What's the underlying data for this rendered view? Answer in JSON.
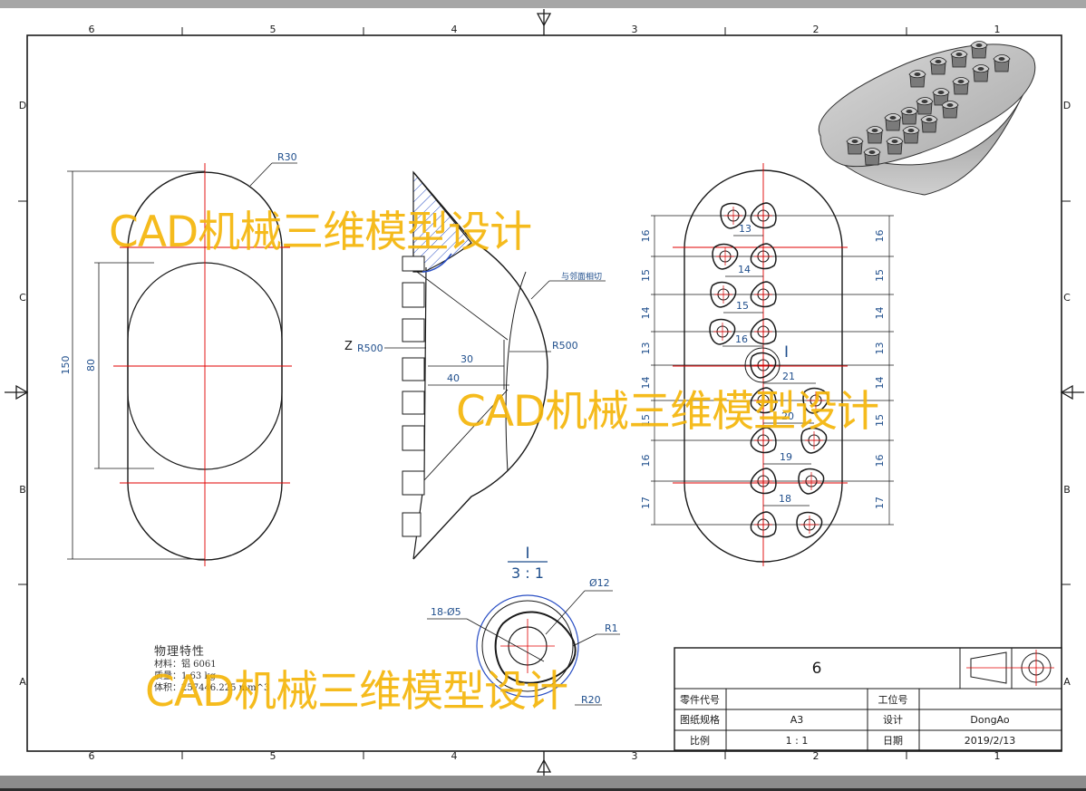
{
  "frame": {
    "column_numbers": [
      "6",
      "5",
      "4",
      "3",
      "2",
      "1"
    ],
    "row_letters": [
      "D",
      "C",
      "B",
      "A"
    ]
  },
  "views": {
    "front": {
      "radius_label": "R30",
      "dim_overall": "150",
      "dim_inner": "80"
    },
    "section": {
      "tangent_note": "与邻面相切",
      "r_left": "R500",
      "r_right": "R500",
      "z_marker": "Z",
      "dim_30": "30",
      "dim_40": "40"
    },
    "top": {
      "detail_marker": "I",
      "left_dims": [
        "16",
        "15",
        "14",
        "13",
        "14",
        "15",
        "16",
        "17"
      ],
      "right_dims": [
        "16",
        "15",
        "14",
        "13",
        "14",
        "15",
        "16",
        "17"
      ],
      "inner_dims": [
        "13",
        "14",
        "15",
        "16",
        "21",
        "20",
        "19",
        "18"
      ]
    },
    "detail": {
      "label": "I",
      "scale": "3 : 1",
      "dia_outer": "Ø12",
      "holes": "18-Ø5",
      "r1": "R1",
      "r20": "R20"
    }
  },
  "physical_properties": {
    "title": "物理特性",
    "material": "材料：铝 6061",
    "mass": "质量：1.63  kg",
    "volume": "体积：257446.225 mm^3"
  },
  "title_block": {
    "drawing_number": "6",
    "part_code_label": "零件代号",
    "part_code_value": "",
    "station_label": "工位号",
    "station_value": "",
    "sheet_size_label": "图纸规格",
    "sheet_size_value": "A3",
    "design_label": "设计",
    "design_value": "DongAo",
    "scale_label": "比例",
    "scale_value": "1 : 1",
    "date_label": "日期",
    "date_value": "2019/2/13"
  },
  "watermarks": [
    "CAD机械三维模型设计",
    "CAD机械三维模型设计",
    "CAD机械三维模型设计"
  ],
  "colors": {
    "line": "#1a1a1a",
    "center": "#e00000",
    "dimension": "#1f4e8c",
    "hatch": "#2a4fc4",
    "watermark": "#f5b60a"
  }
}
